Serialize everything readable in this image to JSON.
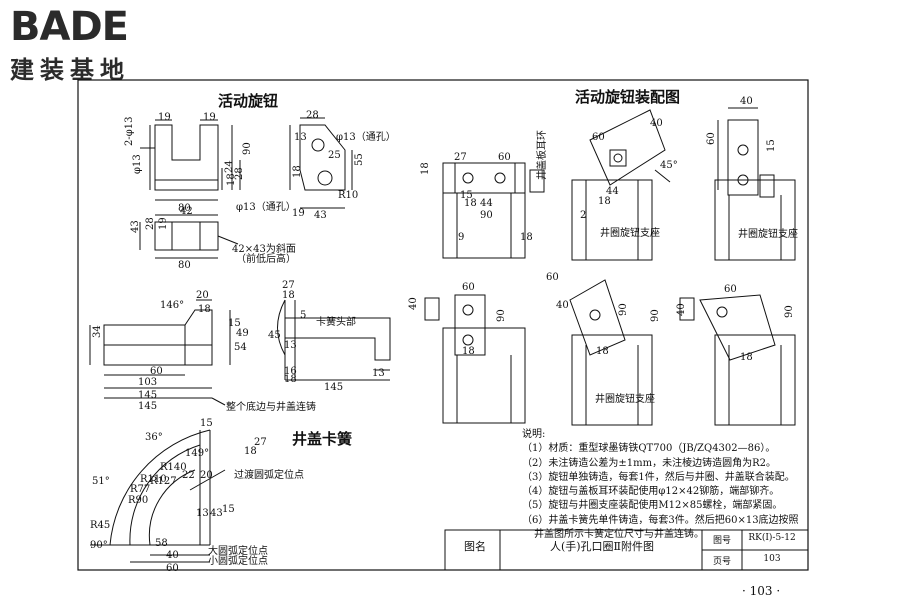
{
  "logo": {
    "main": "BADE",
    "sub": "建装基地"
  },
  "titles": {
    "knob": "活动旋钮",
    "assembly": "活动旋钮装配图",
    "spring": "井盖卡簧"
  },
  "notes": {
    "heading": "说明:",
    "items": [
      "（1）材质：重型球墨铸铁QT700（JB/ZQ4302—86）。",
      "（2）未注铸造公差为±1mm，未注棱边铸造圆角为R2。",
      "（3）旋钮单独铸造，每套1件，然后与井圈、井盖联合装配。",
      "（4）旋钮与盖板耳环装配使用φ12×42铆筋，端部铆齐。",
      "（5）旋钮与井圈支座装配使用M12×85螺栓，端部紧固。",
      "（6）井盖卡簧先单件铸造，每套3件。然后把60×13底边按照",
      "井盖图所示卡簧定位尺寸与井盖连铸。"
    ]
  },
  "titleblock": {
    "label": "图名",
    "name": "人(手)孔口圈Ⅱ附件图",
    "code_label": "图号",
    "code": "RK(I)-5-12",
    "page_label": "页号",
    "page": "103"
  },
  "page_number": "· 103 ·",
  "dims": {
    "knob_front": [
      "19",
      "19",
      "2-φ13",
      "φ13",
      "90",
      "24",
      "28",
      "18",
      "80"
    ],
    "knob_side": [
      "28",
      "13",
      "φ13（通孔）",
      "55",
      "25",
      "18",
      "R10",
      "φ13（通孔）",
      "19",
      "43"
    ],
    "knob_top": [
      "42",
      "43",
      "28",
      "19",
      "80",
      "42×43为斜面",
      "（前低后高）"
    ],
    "spring_side": [
      "146°",
      "20",
      "18",
      "15",
      "49",
      "34",
      "54",
      "60",
      "103",
      "145",
      "145",
      "整个底边与井盖连铸"
    ],
    "spring_detail": [
      "27",
      "18",
      "5",
      "卡簧头部",
      "45",
      "13",
      "16",
      "18",
      "145",
      "13"
    ],
    "spring_plan": [
      "36°",
      "15",
      "18",
      "27",
      "149°",
      "R140",
      "R127",
      "R110",
      "R77",
      "R90",
      "R45",
      "51°",
      "90°",
      "22",
      "20",
      "13",
      "43",
      "15",
      "58",
      "40",
      "60",
      "大圆弧定位点",
      "小圆弧定位点",
      "过渡圆弧定位点"
    ],
    "assembly_top": [
      "27",
      "60",
      "18",
      "15",
      "18",
      "44",
      "90",
      "9",
      "18",
      "60",
      "40",
      "45°",
      "44",
      "18",
      "2",
      "40",
      "60",
      "15"
    ],
    "assembly_labels": [
      "井盖板耳环",
      "井圈旋钮支座",
      "井圈旋钮支座",
      "井圈旋钮支座"
    ],
    "assembly_bottom": [
      "60",
      "40",
      "90",
      "18",
      "90",
      "60",
      "40",
      "90",
      "18",
      "60",
      "40",
      "90",
      "18"
    ]
  }
}
